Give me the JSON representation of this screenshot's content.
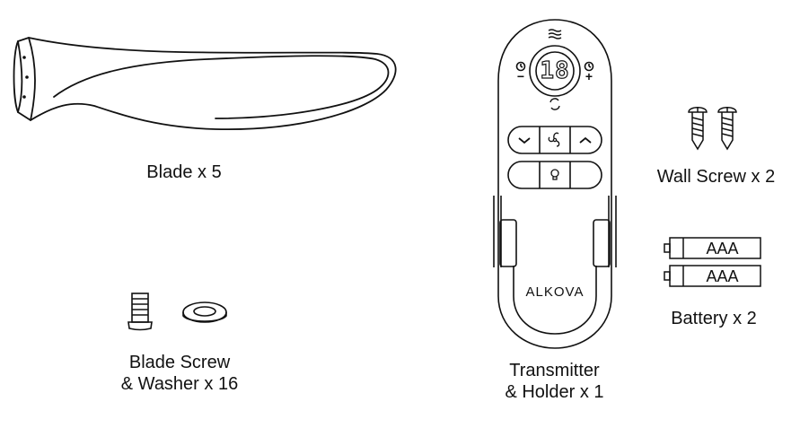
{
  "parts": {
    "blade": {
      "caption": "Blade x 5"
    },
    "blade_screw": {
      "caption_line1": "Blade Screw",
      "caption_line2": "& Washer x 16"
    },
    "transmitter": {
      "caption_line1": "Transmitter",
      "caption_line2": "& Holder x 1",
      "display_digits": "18",
      "brand": "ALKOVA",
      "timer_minus": "−",
      "timer_plus": "+"
    },
    "wall_screw": {
      "caption": "Wall Screw x 2"
    },
    "battery": {
      "caption": "Battery x 2",
      "label_1": "AAA",
      "label_2": "AAA"
    }
  },
  "colors": {
    "line": "#111111",
    "background": "#ffffff"
  },
  "icons": [
    "blade-icon",
    "screw-icon",
    "washer-icon",
    "remote-control-icon",
    "wall-screw-icon",
    "battery-icon",
    "fan-icon",
    "light-bulb-icon",
    "chevron-down-icon",
    "chevron-up-icon",
    "timer-icon",
    "wind-icon",
    "reverse-icon"
  ]
}
